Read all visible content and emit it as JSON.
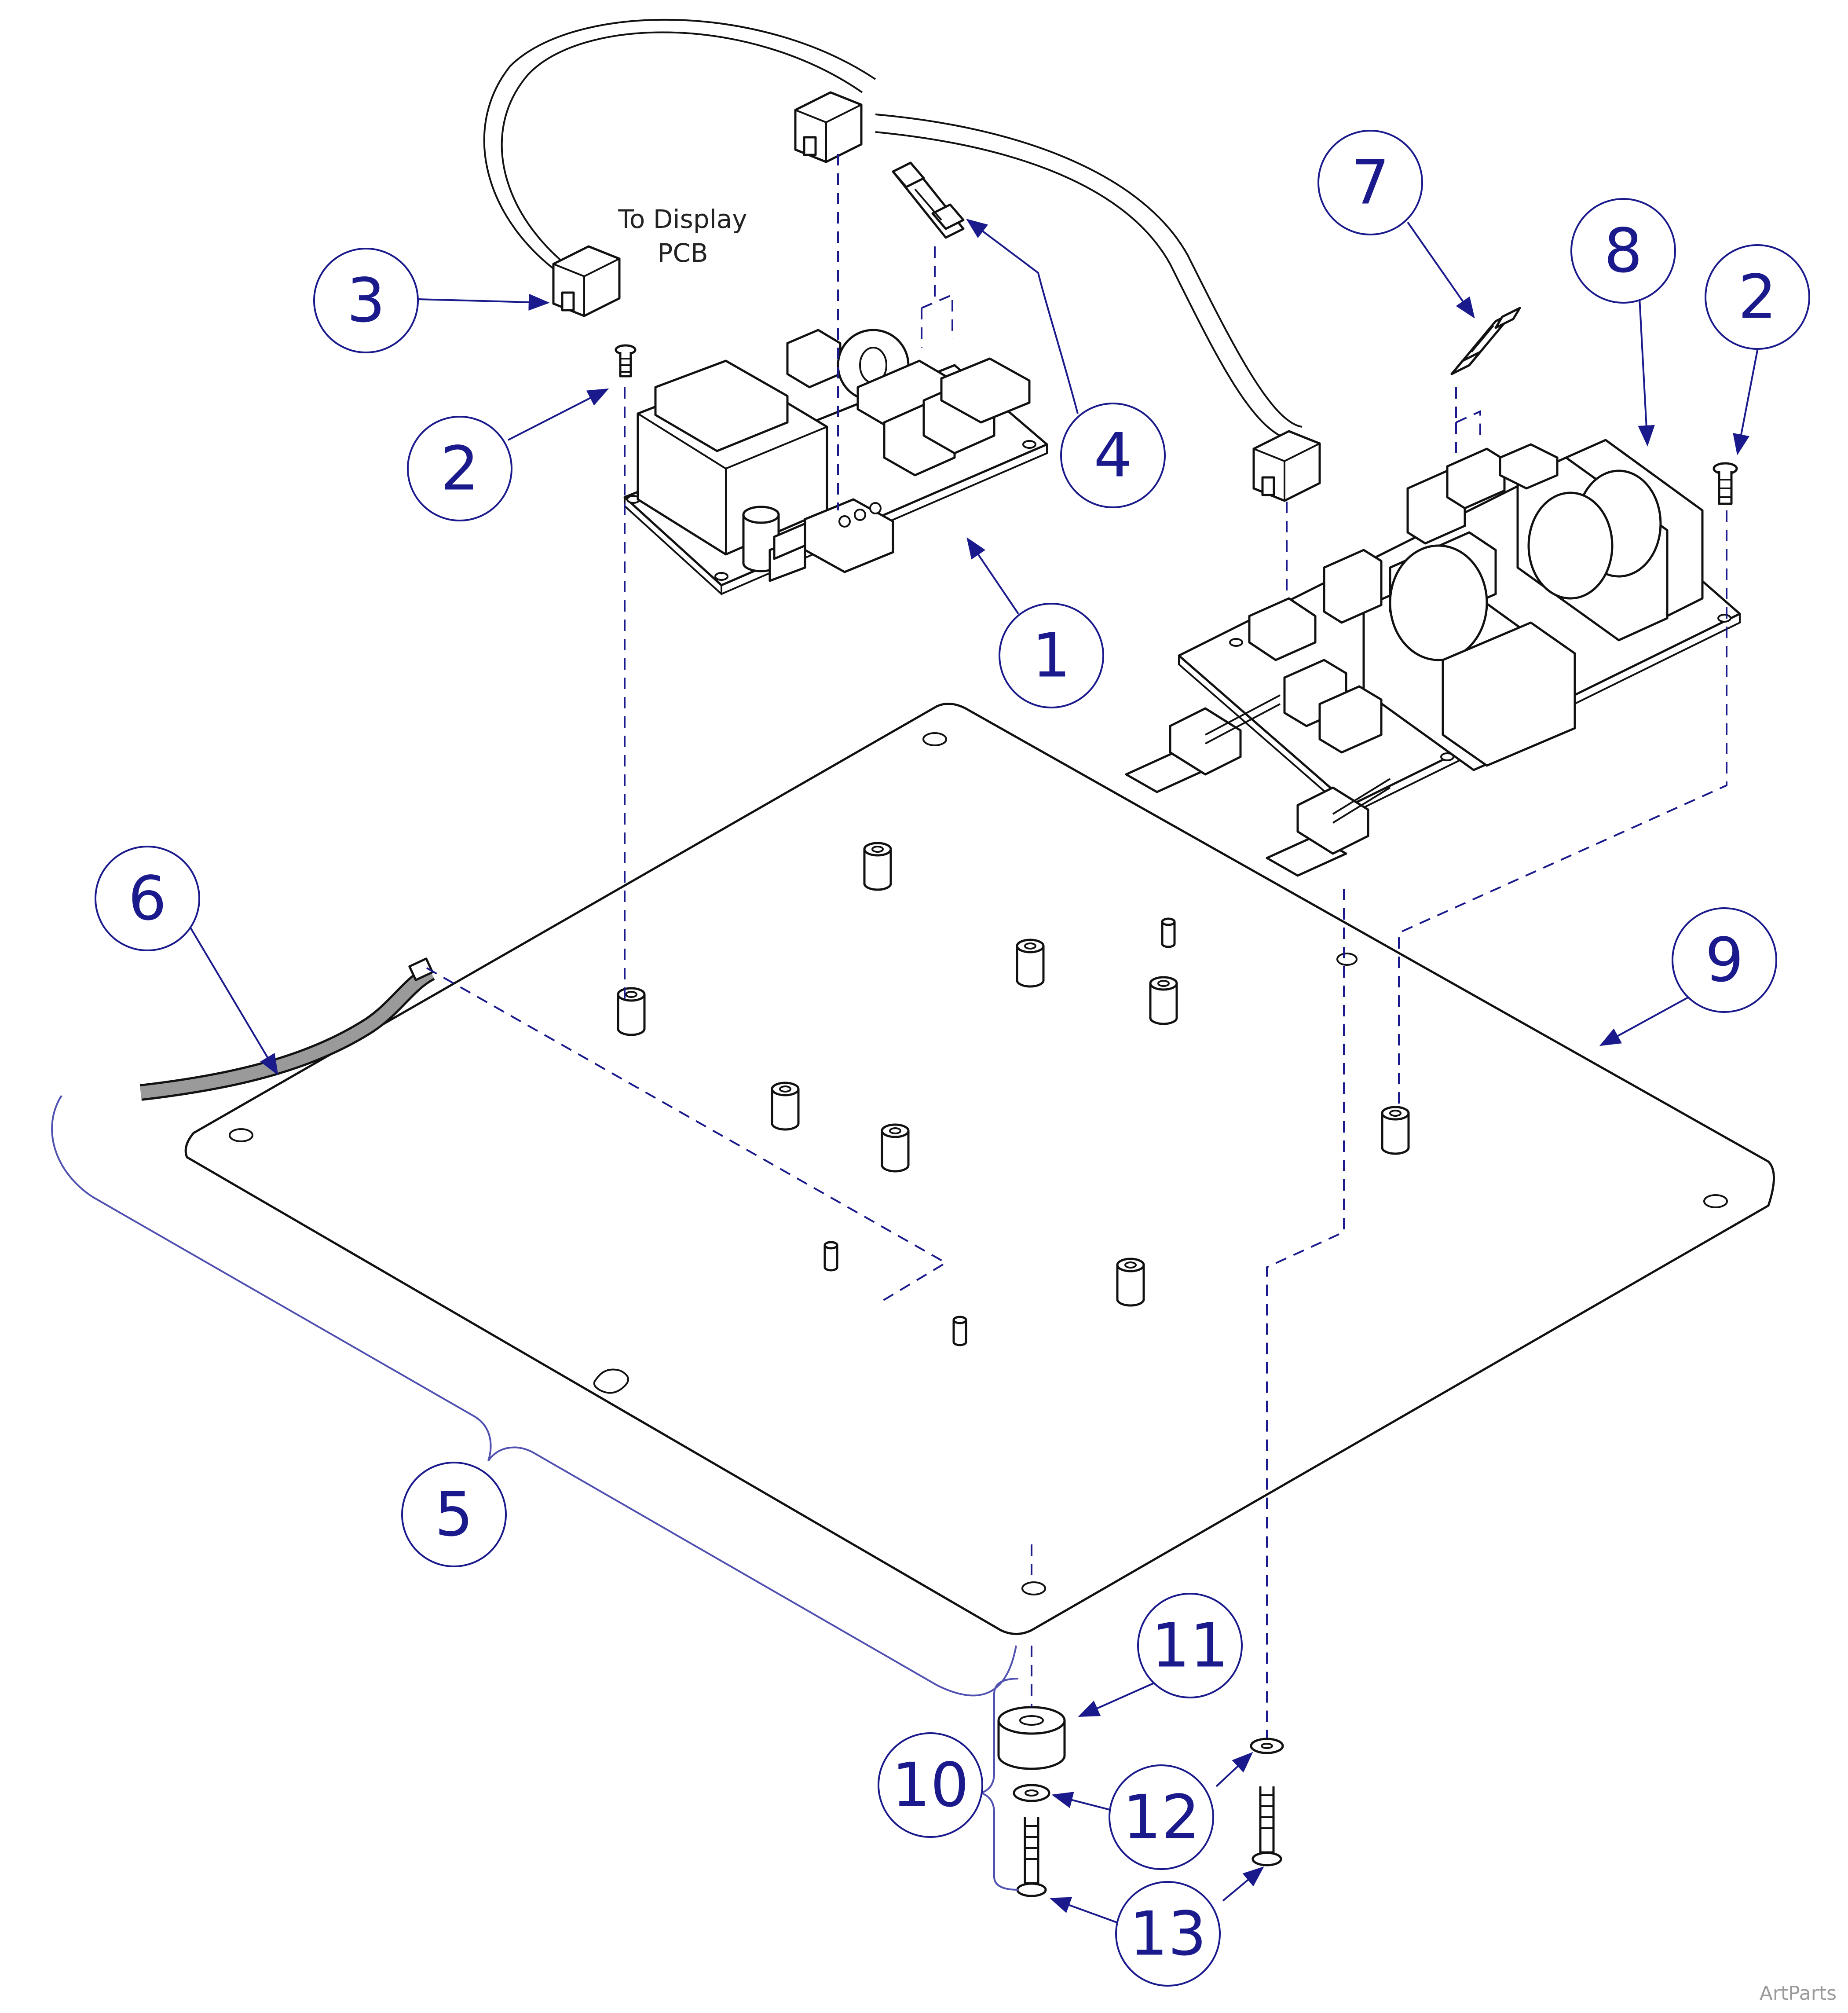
{
  "diagram": {
    "note_lines": [
      "To Display",
      "PCB"
    ],
    "watermark": "ArtParts",
    "colors": {
      "callout": "#1a1a8c",
      "line_art": "#111111",
      "brace": "#5050b0",
      "watermark": "#9a9a9a"
    }
  },
  "callouts": [
    {
      "id": "c1",
      "label": "1"
    },
    {
      "id": "c2a",
      "label": "2"
    },
    {
      "id": "c2b",
      "label": "2"
    },
    {
      "id": "c3",
      "label": "3"
    },
    {
      "id": "c4",
      "label": "4"
    },
    {
      "id": "c5",
      "label": "5"
    },
    {
      "id": "c6",
      "label": "6"
    },
    {
      "id": "c7",
      "label": "7"
    },
    {
      "id": "c8",
      "label": "8"
    },
    {
      "id": "c9",
      "label": "9"
    },
    {
      "id": "c10",
      "label": "10"
    },
    {
      "id": "c11",
      "label": "11"
    },
    {
      "id": "c12",
      "label": "12"
    },
    {
      "id": "c13",
      "label": "13"
    }
  ]
}
